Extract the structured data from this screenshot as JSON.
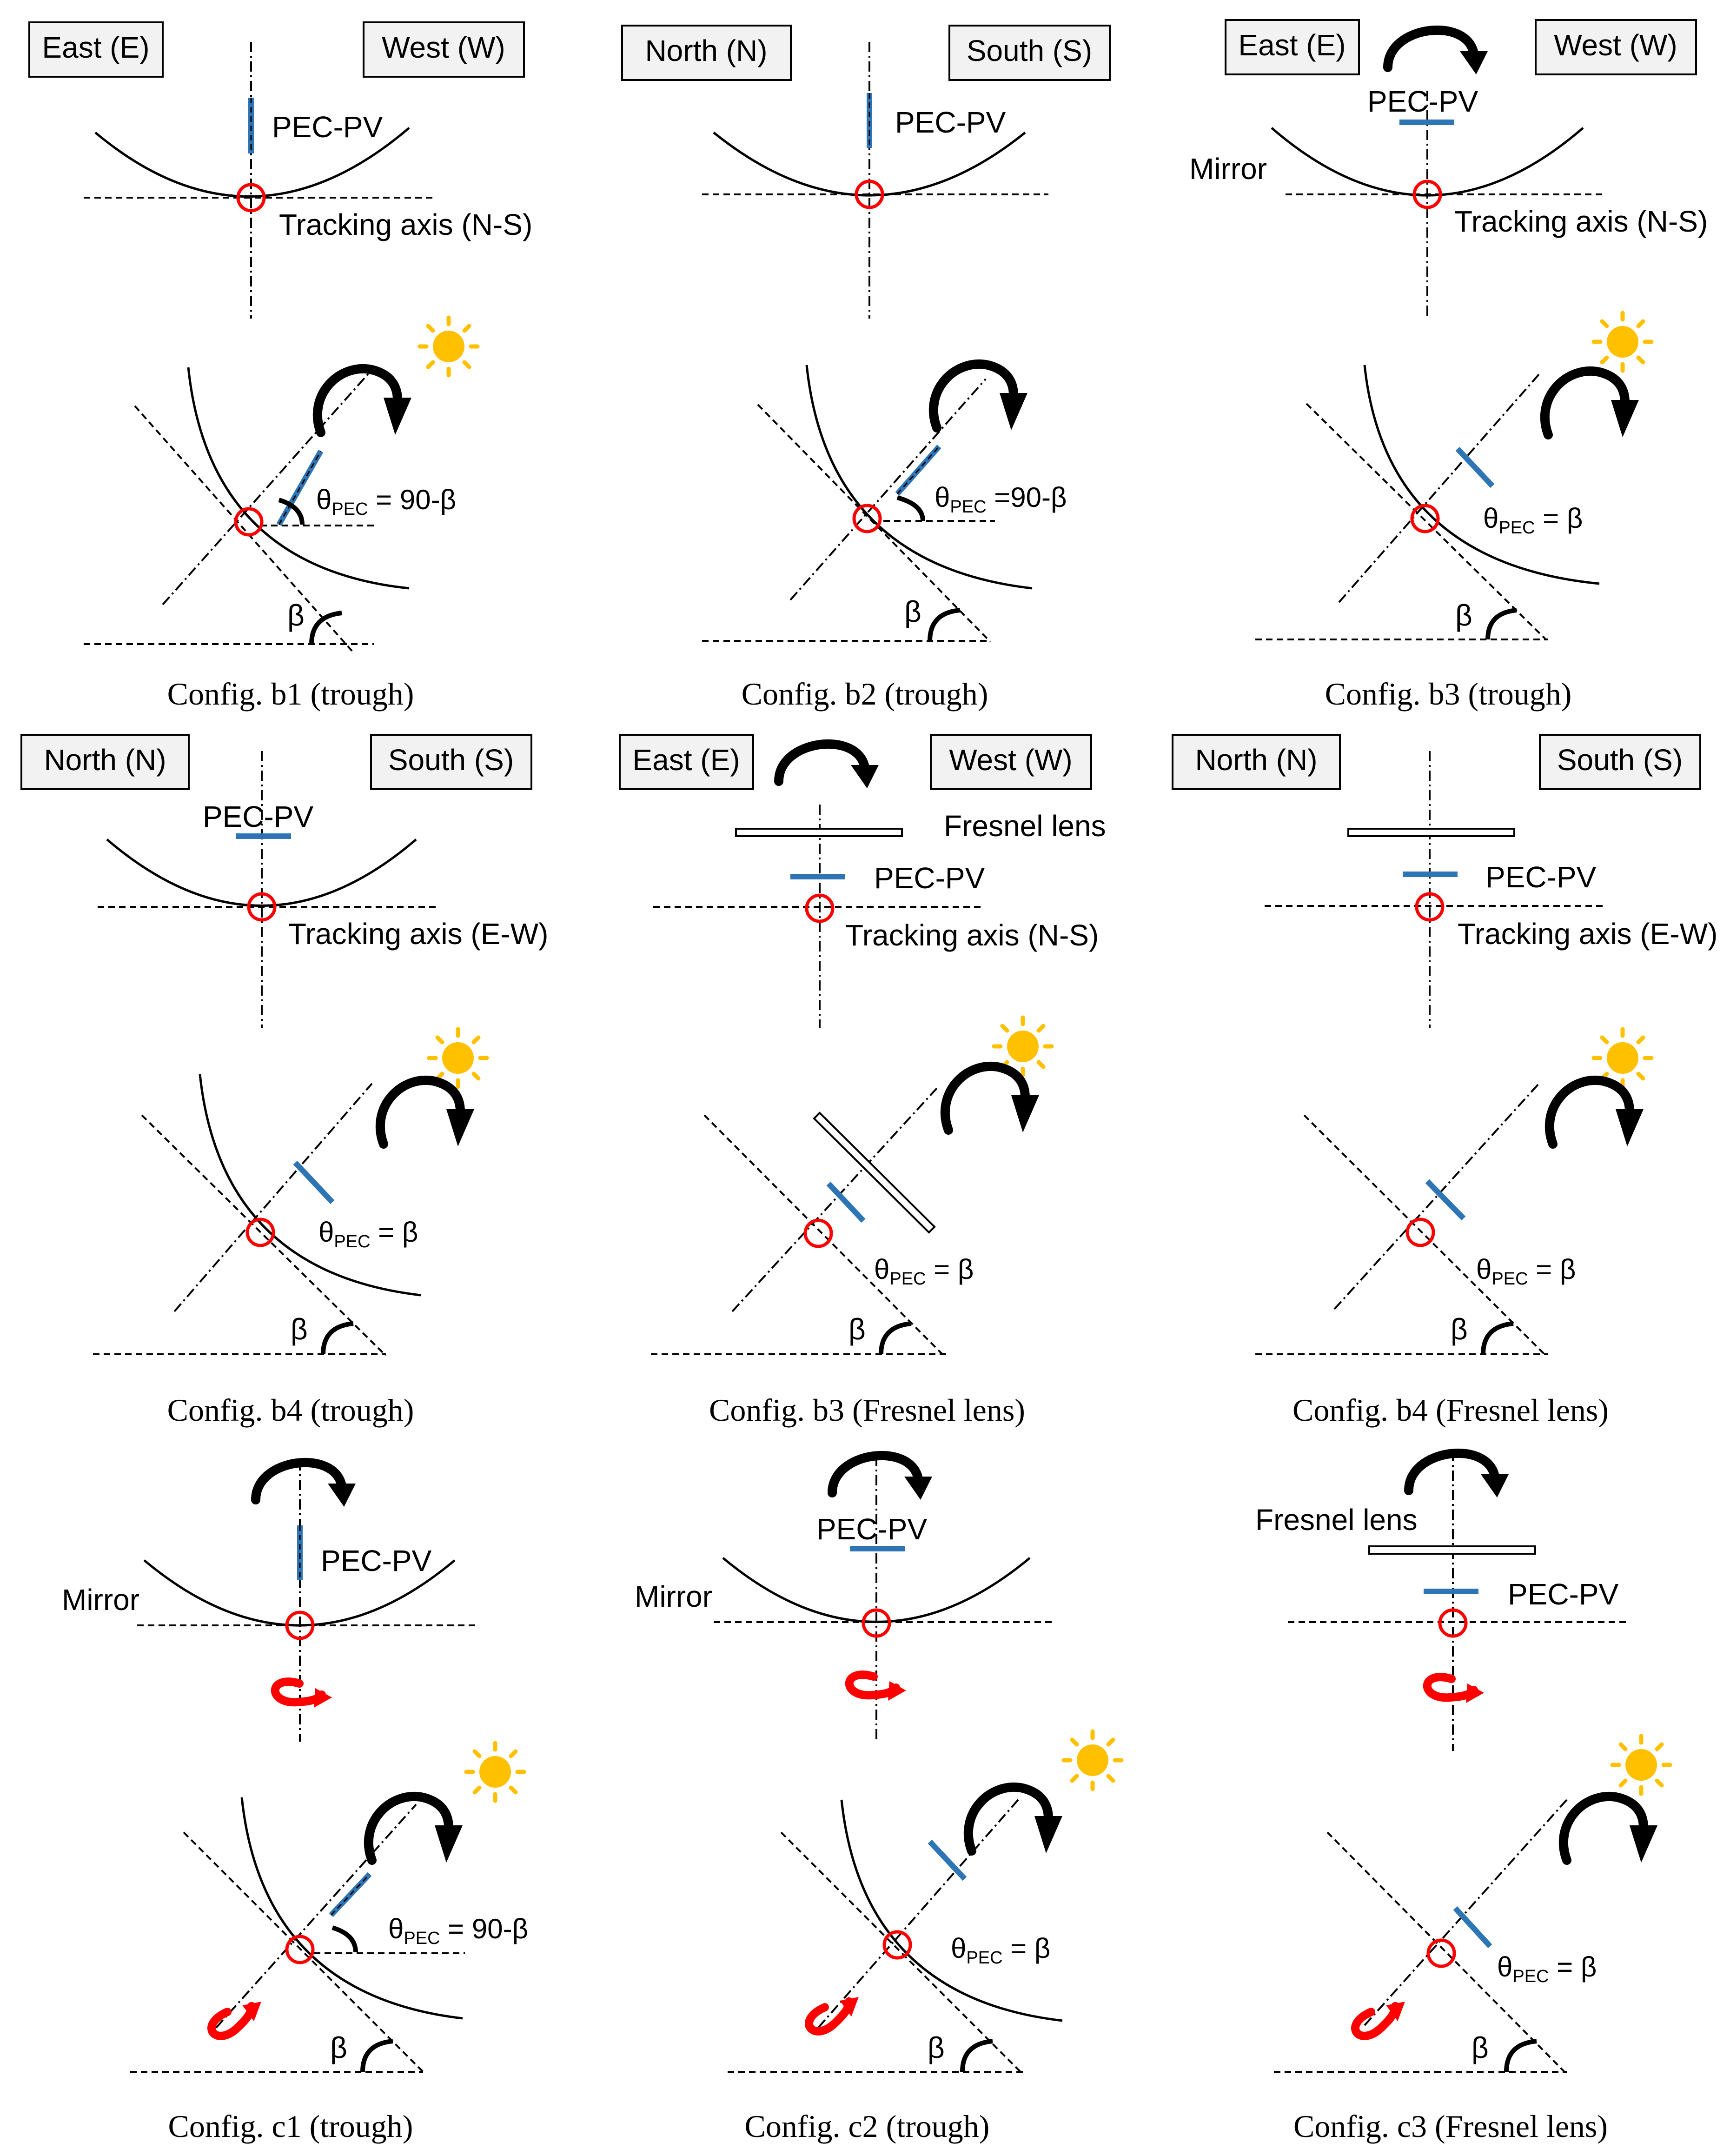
{
  "colors": {
    "pec_pv": "#2E75B6",
    "focal_marker": "#FF0000",
    "rotation_arrow": "#000000",
    "axis_rotation_arrow": "#FF0000",
    "sun": "#FFC000",
    "label_box_fill": "#F2F2F2"
  },
  "icons": [
    "sun-icon",
    "rotation-arrow-icon",
    "axis-rotation-icon",
    "focal-point-icon"
  ],
  "labels": {
    "east": "East (E)",
    "west": "West (W)",
    "north": "North (N)",
    "south": "South (S)",
    "pec_pv": "PEC-PV",
    "mirror": "Mirror",
    "fresnel": "Fresnel lens",
    "track_ns": "Tracking axis (N-S)",
    "track_ew": "Tracking axis (E-W)",
    "theta": "θ",
    "pec_sub": "PEC",
    "eq_90": " = 90-β",
    "eq_90_tight": " =90-β",
    "eq_beta": " = β",
    "beta": "β"
  },
  "captions": {
    "b1": "Config. b1 (trough)",
    "b2": "Config. b2 (trough)",
    "b3": "Config. b3 (trough)",
    "b4": "Config. b4 (trough)",
    "b3f": "Config. b3 (Fresnel lens)",
    "b4f": "Config. b4 (Fresnel lens)",
    "c1": "Config. c1 (trough)",
    "c2": "Config. c2 (trough)",
    "c3": "Config. c3 (Fresnel lens)"
  }
}
